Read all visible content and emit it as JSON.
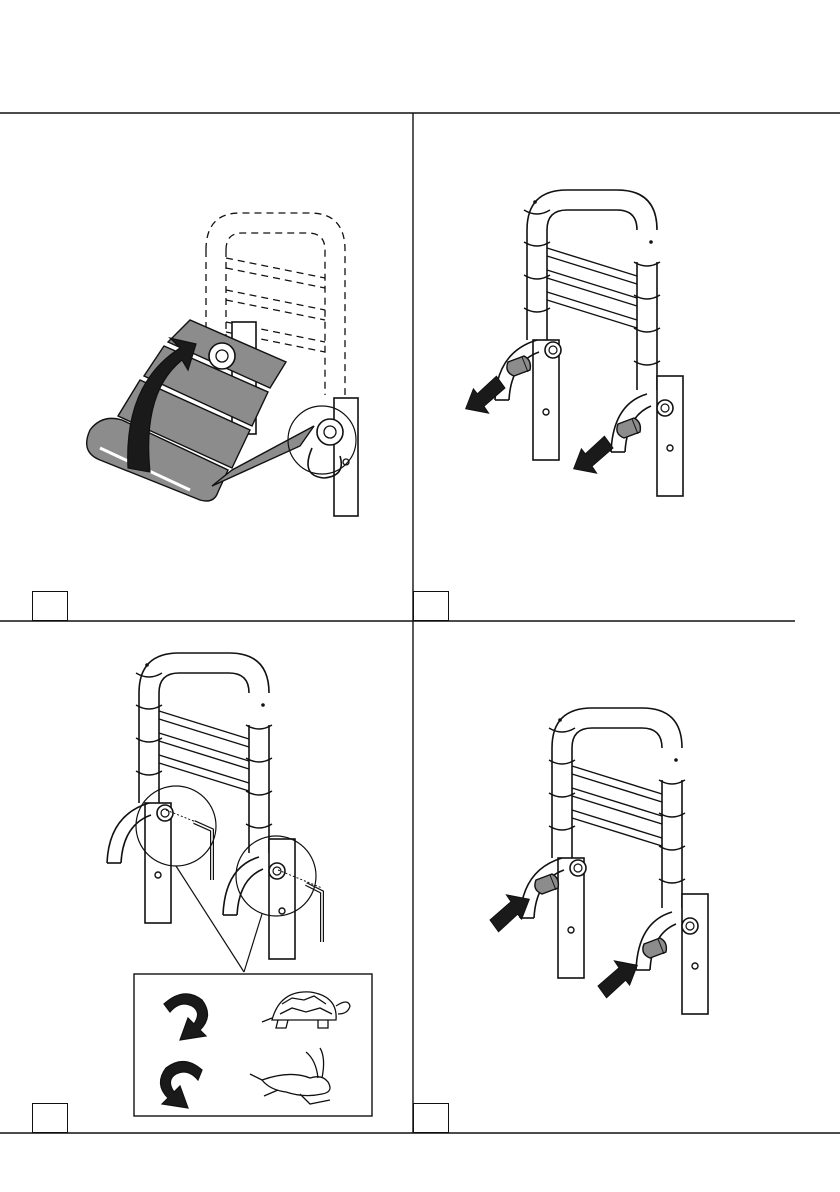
{
  "steps": [
    {
      "number": "",
      "action": "fold-up-seat"
    },
    {
      "number": "",
      "action": "pull-out-knobs"
    },
    {
      "number": "",
      "action": "adjust-damper-speed"
    },
    {
      "number": "",
      "action": "push-in-knobs"
    }
  ],
  "speed_legend": {
    "rows": [
      {
        "direction": "clockwise",
        "speed": "slow",
        "icon": "tortoise-icon"
      },
      {
        "direction": "counter-clockwise",
        "speed": "fast",
        "icon": "rabbit-icon"
      }
    ]
  },
  "colors": {
    "line": "#111111",
    "knob": "#8c8c8c",
    "seat": "#8c8c8c",
    "arrow": "#1a1a1a"
  }
}
